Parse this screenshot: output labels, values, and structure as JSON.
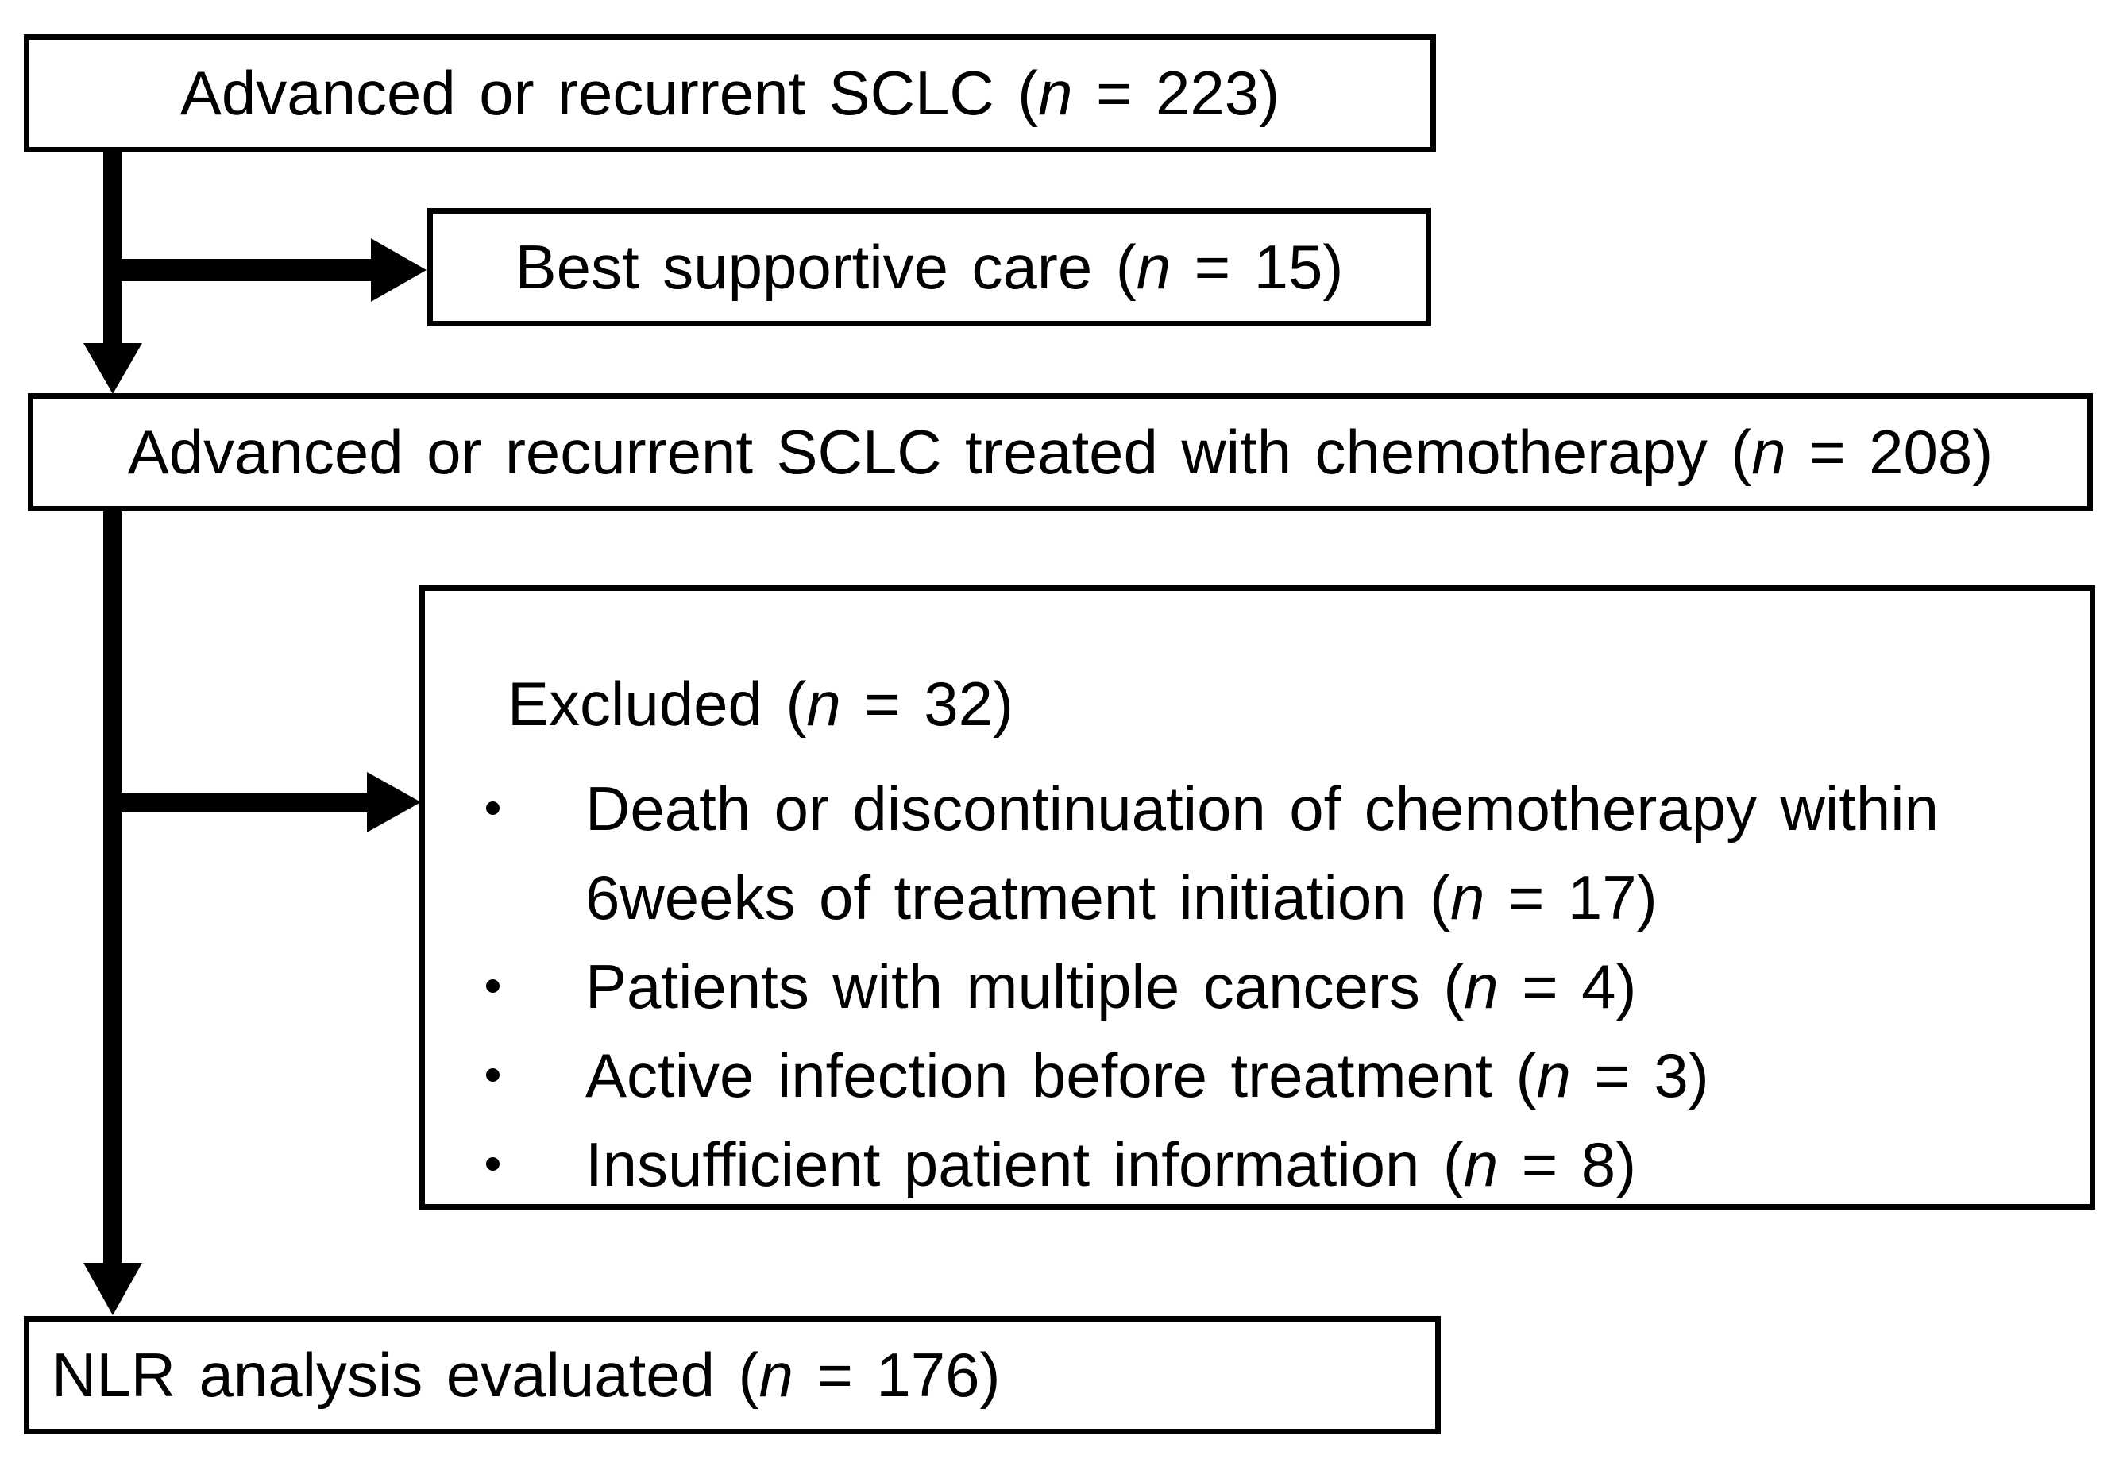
{
  "figure": {
    "type": "patient-flow-diagram",
    "background": "#ffffff",
    "ink": "#000000"
  },
  "boxes": {
    "top": {
      "text": "Advanced or recurrent SCLC (n = 223)"
    },
    "best_supportive_care": {
      "text": "Best supportive care (n = 15)"
    },
    "chemotherapy": {
      "text": "Advanced or recurrent SCLC treated with chemotherapy (n = 208)"
    },
    "excluded": {
      "heading": "Excluded (n = 32)",
      "bullets": [
        "Death or discontinuation of chemotherapy within\n6weeks of treatment initiation (n = 17)",
        "Patients with multiple cancers (n = 4)",
        "Active infection before treatment (n = 3)",
        "Insufficient patient information (n = 8)"
      ]
    },
    "nlr": {
      "text": "NLR analysis evaluated (n = 176)"
    }
  }
}
